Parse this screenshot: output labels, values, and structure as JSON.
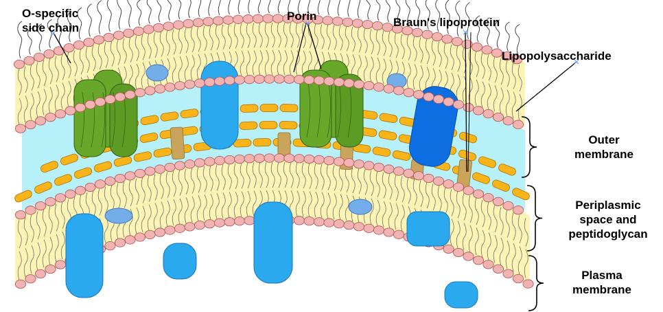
{
  "labels": {
    "o_specific": "O-specific\nside chain",
    "porin": "Porin",
    "braun": "Braun's lipoprotein",
    "lps": "Lipopolysaccharide",
    "outer": "Outer\nmembrane",
    "periplasm": "Periplasmic\nspace and\npeptidoglycan",
    "plasma": "Plasma\nmembrane"
  },
  "colors": {
    "lipid_head": "#f2b3b3",
    "lipid_head_stroke": "#b85a5a",
    "bilayer_fill": "#fbf4b5",
    "periplasm": "#b6f0f8",
    "peptidoglycan": "#f8b418",
    "peptidoglycan_stroke": "#b07300",
    "porin": "#67a82a",
    "porin_stroke": "#2f5e0e",
    "protein_light": "#2ba9ee",
    "protein_dark": "#0c6ee0",
    "protein_pale": "#74aeea",
    "lipoprotein_anchor": "#c9a45a",
    "marker": "#5fa4ff"
  }
}
